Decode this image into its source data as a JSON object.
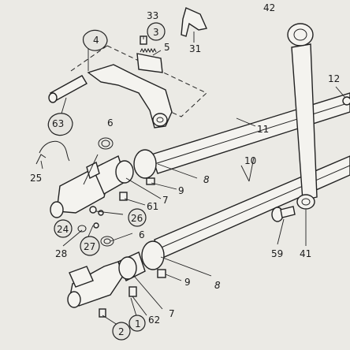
{
  "labels": {
    "l33": "33",
    "l42": "42",
    "l3": "3",
    "l4": "4",
    "l5": "5",
    "l31": "31",
    "l12": "12",
    "l63": "63",
    "l11": "11",
    "l6a": "6",
    "l25": "25",
    "l8a": "8",
    "l10": "10",
    "l9a": "9",
    "l7a": "7",
    "l61": "61",
    "l26": "26",
    "l24": "24",
    "l6b": "6",
    "l28": "28",
    "l27": "27",
    "l59": "59",
    "l41": "41",
    "l9b": "9",
    "l8b": "8",
    "l7b": "7",
    "l62": "62",
    "l2": "2",
    "l1": "1"
  }
}
